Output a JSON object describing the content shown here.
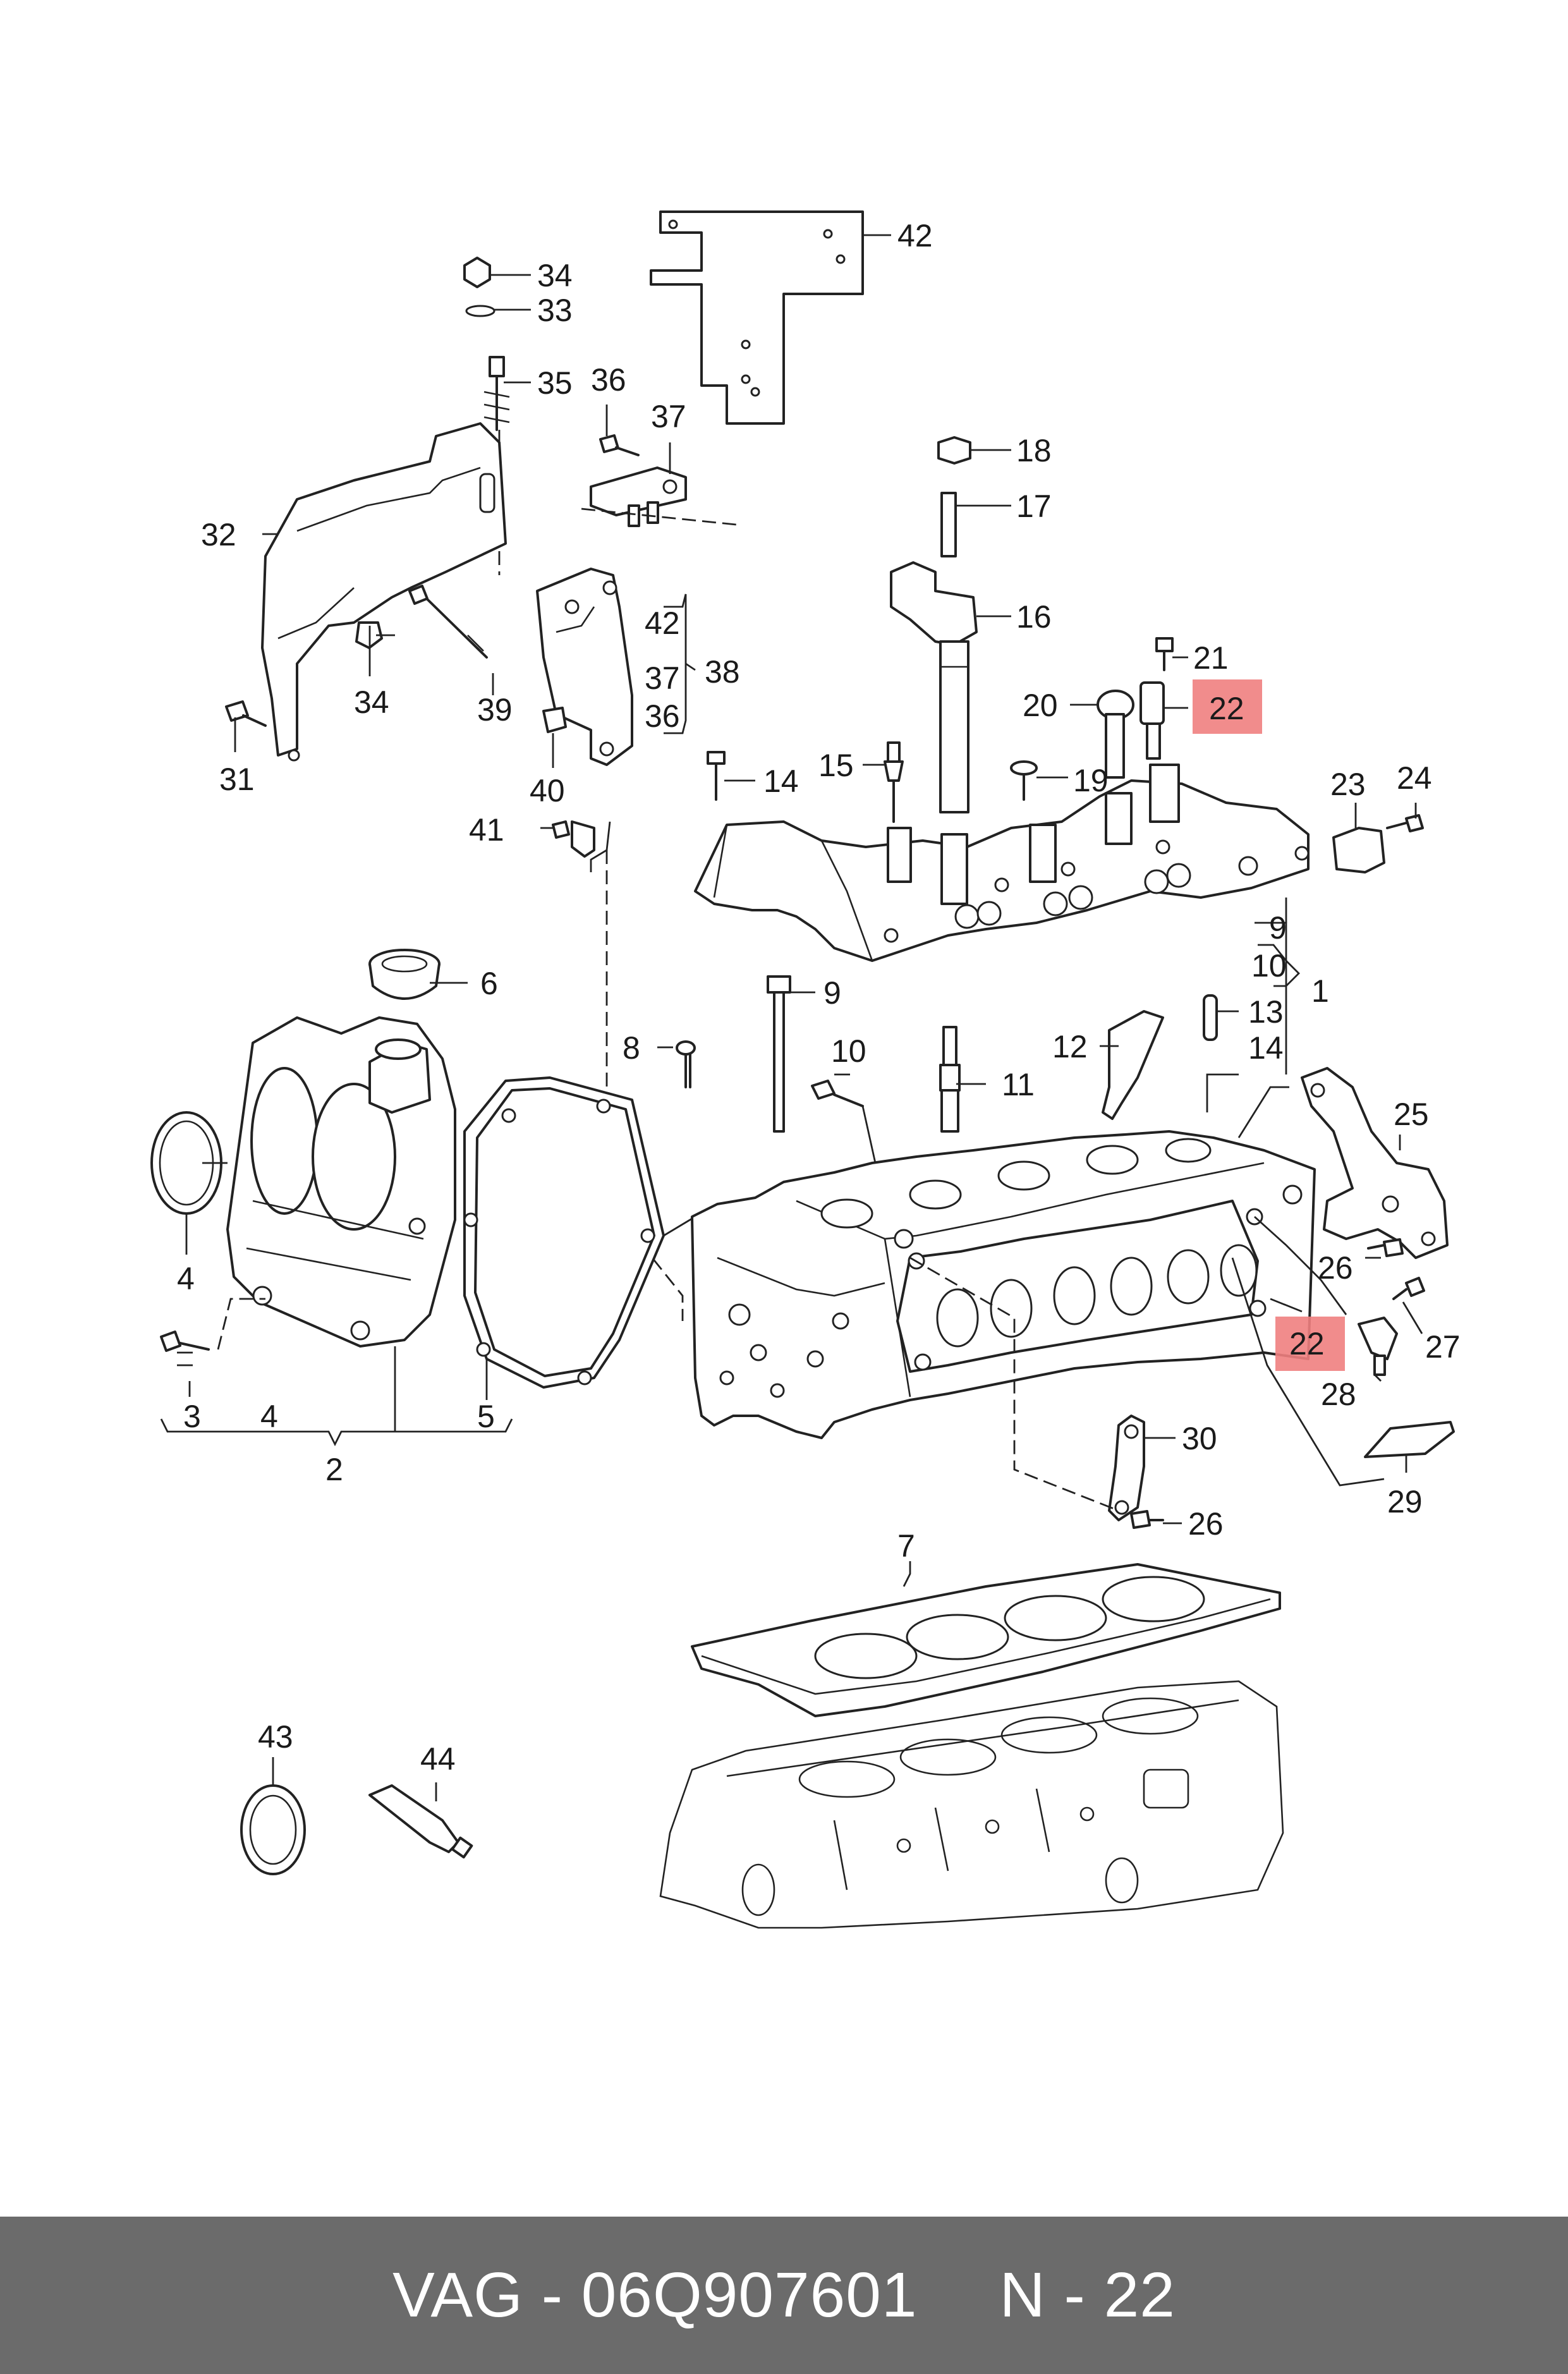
{
  "footer": {
    "part_number": "VAG - 06Q907601",
    "position": "N - 22"
  },
  "callouts": {
    "c1": "1",
    "c2": "2",
    "c3": "3",
    "c4a": "4",
    "c4b": "4",
    "c5": "5",
    "c6": "6",
    "c7": "7",
    "c8": "8",
    "c9a": "9",
    "c9b": "9",
    "c10a": "10",
    "c10b": "10",
    "c11": "11",
    "c12": "12",
    "c13": "13",
    "c14a": "14",
    "c14b": "14",
    "c15": "15",
    "c16": "16",
    "c17": "17",
    "c18": "18",
    "c19": "19",
    "c20": "20",
    "c21": "21",
    "c22a": "22",
    "c22b": "22",
    "c23": "23",
    "c24": "24",
    "c25": "25",
    "c26a": "26",
    "c26b": "26",
    "c27": "27",
    "c28": "28",
    "c29": "29",
    "c30": "30",
    "c31": "31",
    "c32": "32",
    "c33": "33",
    "c34a": "34",
    "c34b": "34",
    "c35": "35",
    "c36a": "36",
    "c36b": "36",
    "c37a": "37",
    "c37b": "37",
    "c38": "38",
    "c39": "39",
    "c40": "40",
    "c41": "41",
    "c42a": "42",
    "c42b": "42",
    "c43": "43",
    "c44": "44"
  },
  "highlight_color": "#f08080",
  "footer_color": "#6b6b6b"
}
